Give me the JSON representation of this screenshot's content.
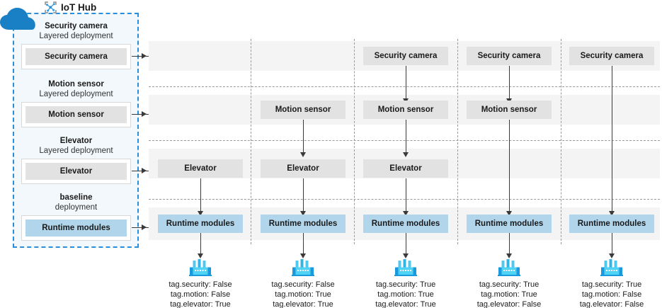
{
  "hub": {
    "title": "IoT Hub",
    "logo_icon": "iot-hub-icon",
    "cloud_icon": "cloud-icon",
    "accent_color": "#2a8fd8",
    "panel_bg": "#f2f8fc",
    "deployments": [
      {
        "title": "Security camera",
        "subtitle": "Layered deployment",
        "module": "Security camera",
        "style": "grey"
      },
      {
        "title": "Motion sensor",
        "subtitle": "Layered deployment",
        "module": "Motion sensor",
        "style": "grey"
      },
      {
        "title": "Elevator",
        "subtitle": "Layered deployment",
        "module": "Elevator",
        "style": "grey"
      },
      {
        "title": "baseline",
        "subtitle": "deployment",
        "module": "Runtime modules",
        "style": "blue"
      }
    ]
  },
  "grid": {
    "row_labels": [
      "Security camera",
      "Motion sensor",
      "Elevator",
      "Runtime modules"
    ],
    "band_color": "#f4f4f4",
    "node_color": "#e2e2e2",
    "node_blue": "#b1d6ec",
    "separator_color": "#9a9a9a",
    "columns": [
      {
        "index": 1,
        "nodes": {
          "security_camera": null,
          "motion_sensor": null,
          "elevator": "Elevator",
          "runtime_modules": "Runtime modules"
        },
        "device_icon": "factory-icon",
        "tags": [
          "tag.security: False",
          "tag.motion: False",
          "tag.elevator: True"
        ]
      },
      {
        "index": 2,
        "nodes": {
          "security_camera": null,
          "motion_sensor": "Motion sensor",
          "elevator": "Elevator",
          "runtime_modules": "Runtime modules"
        },
        "device_icon": "factory-icon",
        "tags": [
          "tag.security: False",
          "tag.motion: True",
          "tag.elevator: True"
        ]
      },
      {
        "index": 3,
        "nodes": {
          "security_camera": "Security camera",
          "motion_sensor": "Motion sensor",
          "elevator": "Elevator",
          "runtime_modules": "Runtime modules"
        },
        "device_icon": "factory-icon",
        "tags": [
          "tag.security: True",
          "tag.motion: True",
          "tag.elevator: True"
        ]
      },
      {
        "index": 4,
        "nodes": {
          "security_camera": "Security camera",
          "motion_sensor": "Motion sensor",
          "elevator": null,
          "runtime_modules": "Runtime modules"
        },
        "device_icon": "factory-icon",
        "tags": [
          "tag.security: True",
          "tag.motion: True",
          "tag.elevator: False"
        ]
      },
      {
        "index": 5,
        "nodes": {
          "security_camera": "Security camera",
          "motion_sensor": null,
          "elevator": null,
          "runtime_modules": "Runtime modules"
        },
        "device_icon": "factory-icon",
        "tags": [
          "tag.security: True",
          "tag.motion: False",
          "tag.elevator: False"
        ]
      }
    ]
  }
}
